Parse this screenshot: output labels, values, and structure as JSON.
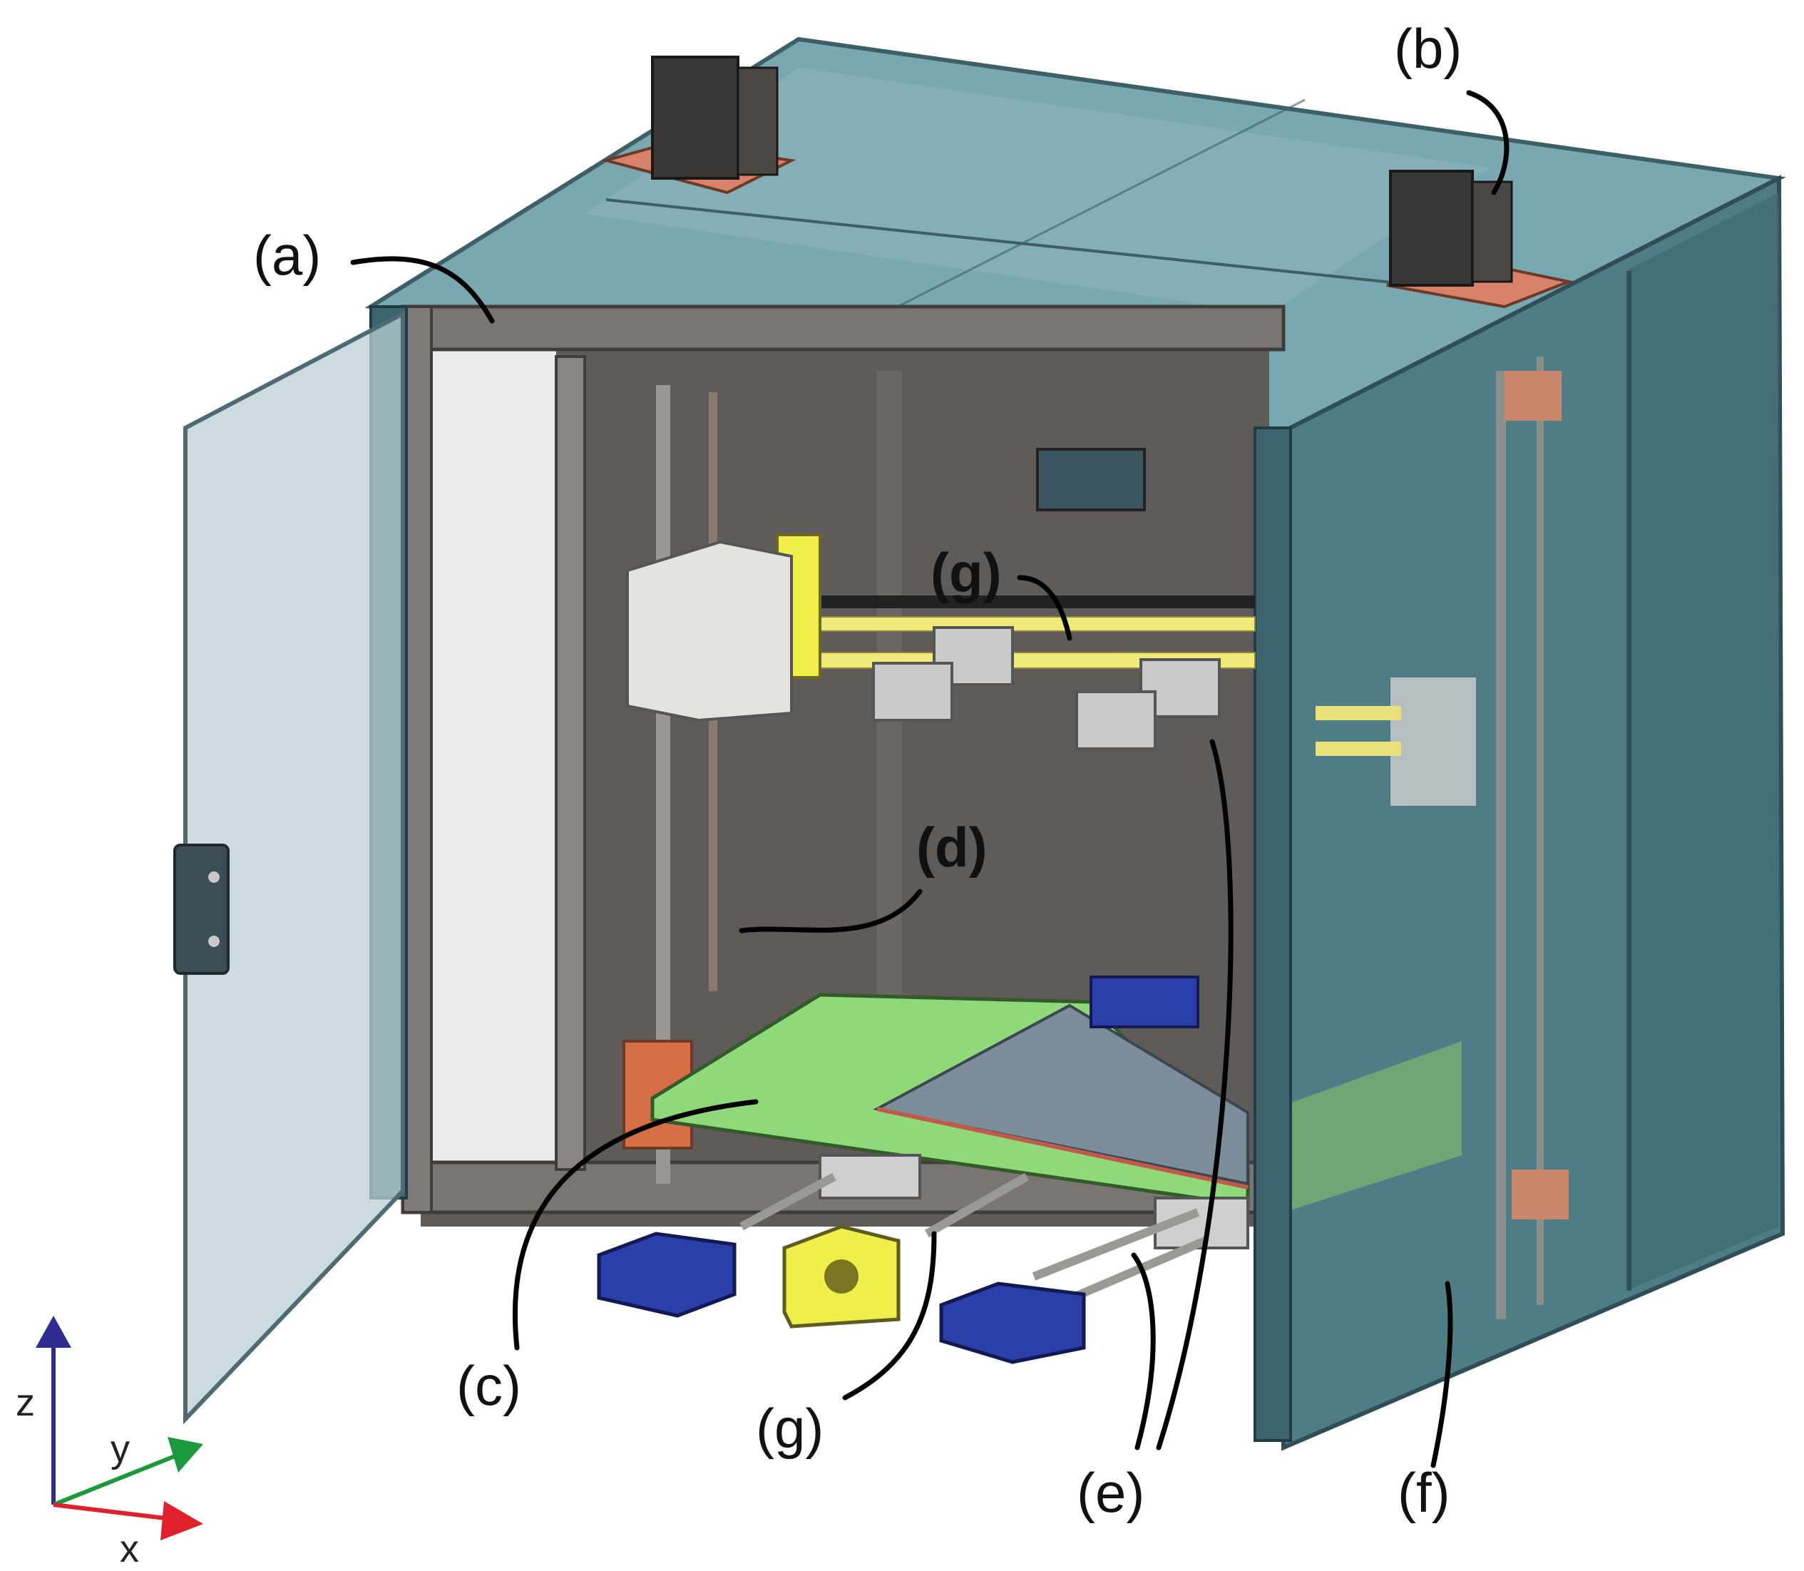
{
  "labels": {
    "a": "(a)",
    "b": "(b)",
    "c": "(c)",
    "d": "(d)",
    "e": "(e)",
    "f": "(f)",
    "g_top": "(g)",
    "g_bottom": "(g)"
  },
  "axes": {
    "z": "z",
    "y": "y",
    "x": "x"
  },
  "colors": {
    "glass": "#6f9ea6",
    "glass_dark": "#3f6b74",
    "frame": "#6e6a66",
    "frame_dark": "#4a4744",
    "interior": "#5d5a57",
    "bed": "#8fd97a",
    "plate": "#8a97a3",
    "rod": "#efe97a",
    "bearing": "#c9c9c9",
    "blue_block": "#2a3fa8",
    "yellow_block": "#f0ee4a",
    "orange_part": "#d96f4e",
    "motor": "#3a3836",
    "axis_z": "#2e2c8f",
    "axis_y": "#1a9a3a",
    "axis_x": "#e0202a"
  }
}
